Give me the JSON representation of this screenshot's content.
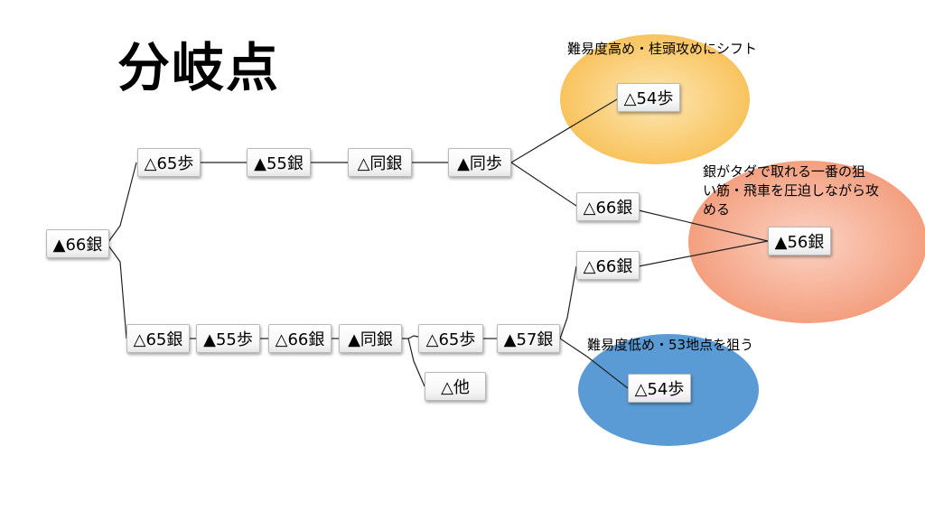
{
  "title": "分岐点",
  "nodes": {
    "root": "▲66銀",
    "t1": "△65歩",
    "t2": "▲55銀",
    "t3": "△同銀",
    "t4": "▲同歩",
    "t5a": "△54歩",
    "t5b": "△66銀",
    "m56": "▲56銀",
    "b1": "△65銀",
    "b2": "▲55歩",
    "b3": "△66銀",
    "b4": "▲同銀",
    "b5": "△65歩",
    "b5x": "△他",
    "b6": "▲57銀",
    "b7a": "△66銀",
    "b7b": "△54歩"
  },
  "notes": {
    "top": "難易度高め・桂頭攻めにシフト",
    "mid": [
      "銀がタダで取れる一番の狙",
      "い筋・飛車を圧迫しながら攻",
      "める"
    ],
    "bottom": "難易度低め・53地点を狙う"
  },
  "colors": {
    "ellipse_top": "#fcd37a",
    "ellipse_mid": "#f4a888",
    "ellipse_bottom": "#5b9bd5"
  }
}
